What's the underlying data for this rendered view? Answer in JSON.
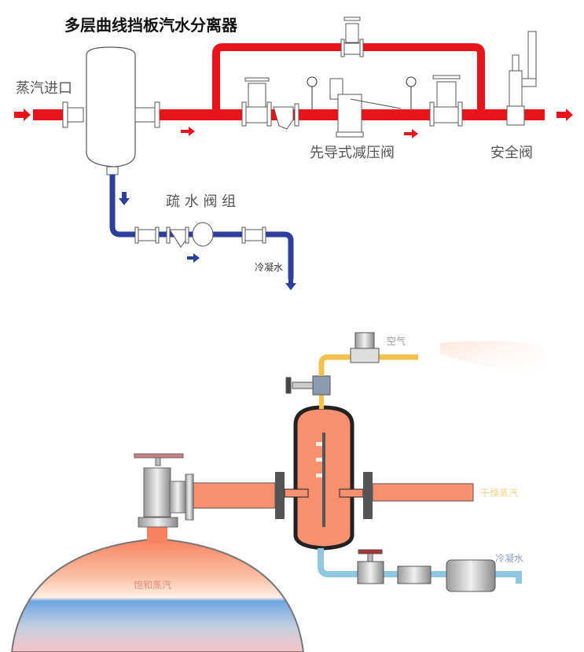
{
  "top_diagram": {
    "title": "多层曲线挡板汽水分离器",
    "steam_inlet": "蒸汽进口",
    "pilot_valve": "先导式减压阀",
    "safety_valve": "安全阀",
    "drain_group": "疏 水 阀 组",
    "condensate": "冷凝水",
    "colors": {
      "steam": "#e8141c",
      "water": "#2e3e9c"
    }
  },
  "bottom_diagram": {
    "air": "空气",
    "dry_steam": "干燥蒸汽",
    "saturated_steam": "饱和蒸汽",
    "condensate": "冷凝水",
    "colors": {
      "steam": "#f7906f",
      "condensate_pipe": "#8fc7e0",
      "air_pipe": "#f2c14e"
    }
  }
}
